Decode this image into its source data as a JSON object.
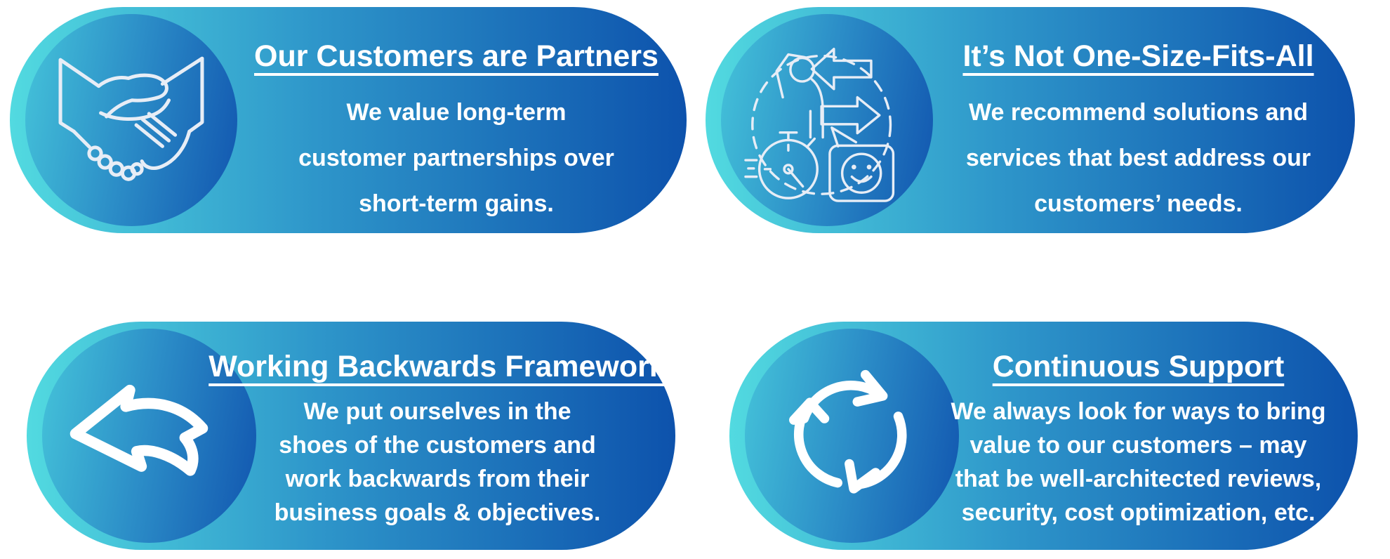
{
  "page": {
    "background": "#FFFFFF"
  },
  "colors": {
    "gradient_teal": "#52DAE0",
    "gradient_mid_blue": "#2E96CA",
    "gradient_dark_blue": "#0D52AC",
    "circle_dark_blue": "#1155AF",
    "text": "#FFFFFF"
  },
  "cards": [
    {
      "icon": "handshake-icon",
      "title": "Our Customers are Partners",
      "body_lines": [
        "We value long-term",
        "customer partnerships over",
        "short-term gains."
      ]
    },
    {
      "icon": "tailored-solutions-icon",
      "title": "It’s Not One-Size-Fits-All",
      "body_lines": [
        "We recommend solutions and",
        "services that best address our",
        "customers’ needs."
      ]
    },
    {
      "icon": "backwards-arrow-icon",
      "title": "Working Backwards Framework",
      "body_lines": [
        "We put ourselves in the",
        "shoes of the customers and",
        "work backwards from their",
        "business goals & objectives."
      ]
    },
    {
      "icon": "continuous-cycle-icon",
      "title": "Continuous Support",
      "body_lines": [
        "We always look for ways to bring",
        "value to our customers – may",
        "that be well-architected reviews,",
        "security, cost optimization, etc."
      ]
    }
  ]
}
